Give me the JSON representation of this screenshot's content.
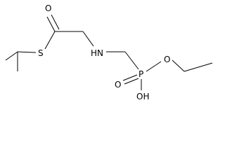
{
  "molecule": {
    "atoms": [
      {
        "name": "carbonyl-oxygen",
        "symbol": "O"
      },
      {
        "name": "thioester-sulfur",
        "symbol": "S"
      },
      {
        "name": "amine-nitrogen",
        "symbol": "HN"
      },
      {
        "name": "ester-oxygen",
        "symbol": "O"
      },
      {
        "name": "phosphoryl-oxygen",
        "symbol": "O"
      },
      {
        "name": "phosphorus",
        "symbol": "P"
      },
      {
        "name": "hydroxyl-oxygen",
        "symbol": "OH"
      }
    ]
  },
  "colors": {
    "line": "#000000",
    "background": "#ffffff"
  }
}
